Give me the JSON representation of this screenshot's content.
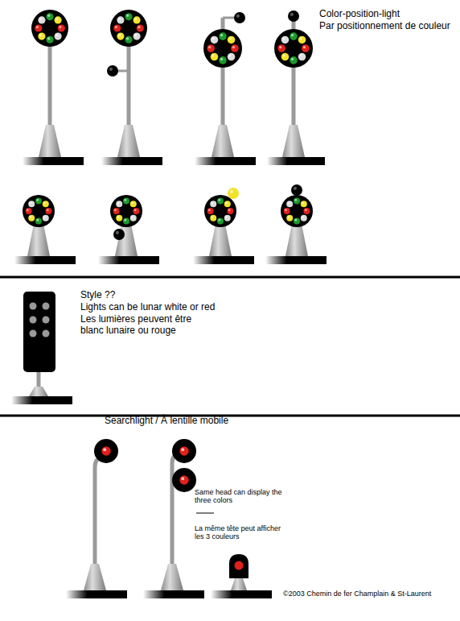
{
  "diagram": {
    "labels": [
      "Color-position-light",
      "Par positionnement de couleur",
      "Style ??",
      "Lights can be lunar white or red",
      "Les lumières peuvent être blanc lunaire ou rouge",
      "Searchlight / À lentille mobile",
      "Same head can display the three colors",
      "La même tête peut afficher les 3 couleurs",
      "©2003 Chemin de fer Champlain & St-Laurent"
    ]
  }
}
